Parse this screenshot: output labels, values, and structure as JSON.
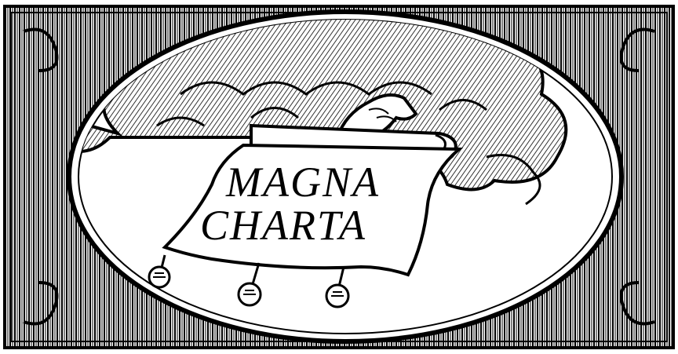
{
  "engraving": {
    "scroll": {
      "line1": "MAGNA",
      "line2": "CHARTA"
    },
    "colors": {
      "ink": "#000000",
      "paper": "#ffffff"
    },
    "icons": {
      "hand": "hand-holding-scroll-icon",
      "seal": "wax-seal-icon",
      "cloud": "cloud-icon"
    },
    "seal_count": 3
  }
}
